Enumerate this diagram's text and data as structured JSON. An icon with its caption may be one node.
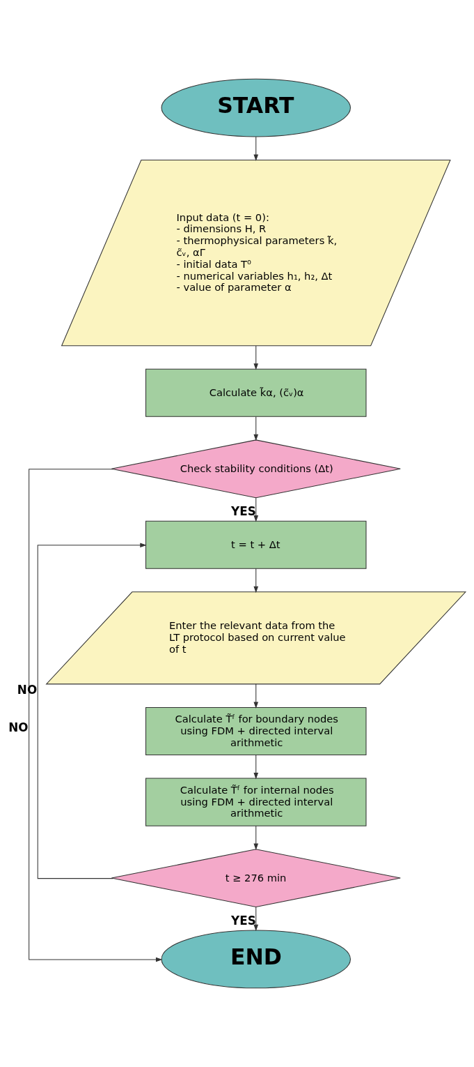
{
  "diagram": {
    "nodes": [
      {
        "text": [
          "START"
        ]
      },
      {
        "text": [
          "Input data (t = 0):",
          "- dimensions H, R",
          "- thermophysical parameters k̃, c̃ᵥ, αΓ",
          "- initial data T⁰",
          "- numerical variables h₁, h₂, Δt",
          "- value of parameter α"
        ]
      },
      {
        "text": [
          "Calculate k̃α, (c̃ᵥ)α"
        ]
      },
      {
        "text": [
          "Check stability conditions (Δt)"
        ]
      },
      {
        "text": [
          "t = t + Δt"
        ]
      },
      {
        "text": [
          "Enter the relevant data from the LT protocol based on current value of t"
        ]
      },
      {
        "text": [
          "Calculate T̃ᶠ for boundary nodes using FDM + directed interval arithmetic"
        ]
      },
      {
        "text": [
          "Calculate T̃ᶠ for internal nodes using FDM + directed interval arithmetic"
        ]
      },
      {
        "text": [
          "t ≥ 276 min"
        ]
      },
      {
        "text": [
          "END"
        ]
      }
    ],
    "edges": [
      {
        "from": 0,
        "to": 1,
        "arrow": "to"
      },
      {
        "from": 1,
        "to": 2,
        "arrow": "to"
      },
      {
        "from": 2,
        "to": 3,
        "arrow": "to"
      },
      {
        "from": 3,
        "to": 4,
        "arrow": "to",
        "label": "YES"
      },
      {
        "from": 3,
        "to": 9,
        "arrow": "to",
        "label": "NO"
      },
      {
        "from": 4,
        "to": 5,
        "arrow": "to"
      },
      {
        "from": 5,
        "to": 6,
        "arrow": "to"
      },
      {
        "from": 6,
        "to": 7,
        "arrow": "to"
      },
      {
        "from": 7,
        "to": 8,
        "arrow": "to"
      },
      {
        "from": 8,
        "to": 9,
        "arrow": "to",
        "label": "YES"
      },
      {
        "from": 8,
        "to": 4,
        "arrow": "to",
        "label": "NO"
      }
    ]
  }
}
